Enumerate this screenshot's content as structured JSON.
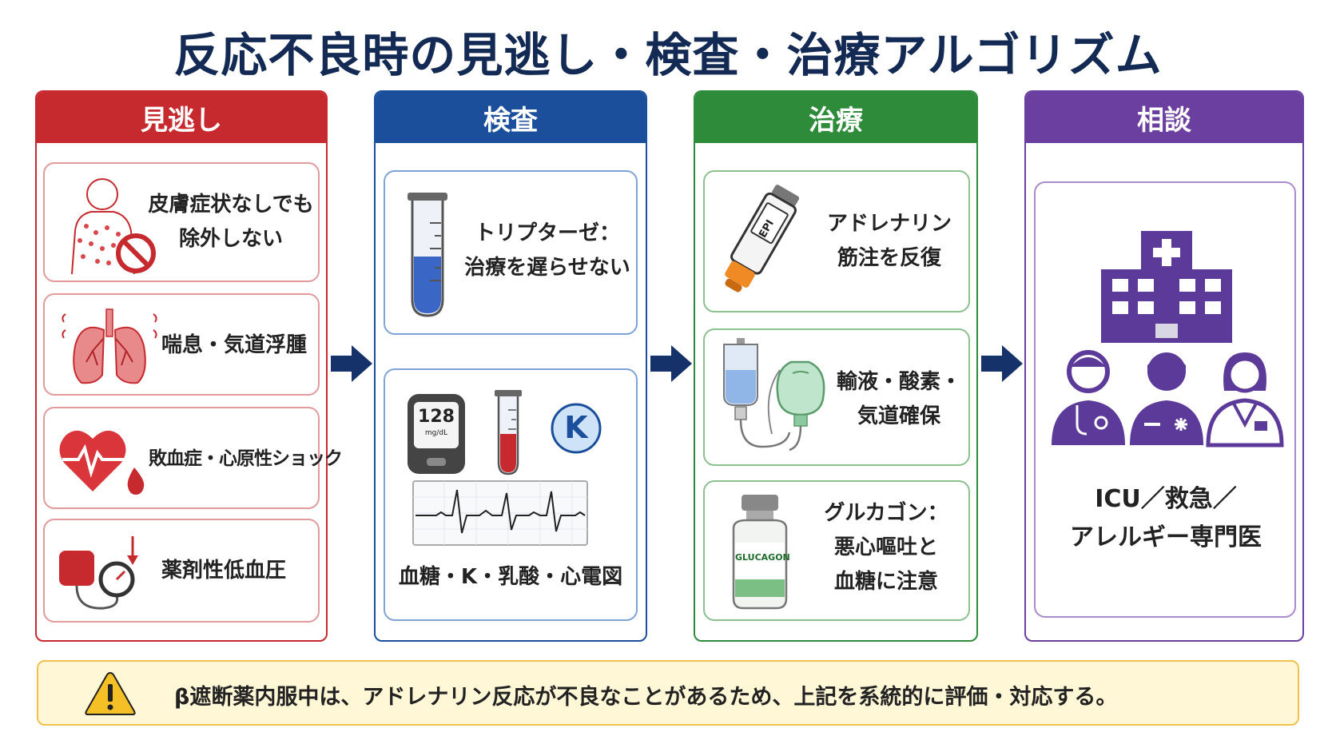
{
  "title": "反応不良時の見逃し・検査・治療アルゴリズム",
  "colors": {
    "red": "#c62a2f",
    "blue": "#1b4f9c",
    "green": "#2e8b3a",
    "purple": "#6b3fa0",
    "navy": "#15326b"
  },
  "columns": {
    "miss": {
      "header": "見逃し",
      "items": [
        {
          "lines": [
            "皮膚症状なしでも",
            "除外しない"
          ],
          "icon": "rash-body-icon"
        },
        {
          "lines": [
            "喘息・気道浮腫"
          ],
          "icon": "lungs-icon"
        },
        {
          "lines": [
            "敗血症・心原性ショック"
          ],
          "icon": "heart-pulse-icon"
        },
        {
          "lines": [
            "薬剤性低血圧"
          ],
          "icon": "blood-pressure-icon"
        }
      ]
    },
    "test": {
      "header": "検査",
      "items": [
        {
          "lines": [
            "トリプターゼ：",
            "治療を遅らせない"
          ],
          "icon": "test-tube-icon"
        },
        {
          "lines": [
            "血糖・K・乳酸・心電図"
          ],
          "glucose_value": "128",
          "glucose_unit": "mg/dL",
          "k_label": "K"
        }
      ]
    },
    "treat": {
      "header": "治療",
      "items": [
        {
          "lines": [
            "アドレナリン",
            "筋注を反復"
          ],
          "icon": "epipen-icon",
          "pen_label": "EPI"
        },
        {
          "lines": [
            "輸液・酸素・",
            "気道確保"
          ],
          "icon": "iv-oxygen-icon"
        },
        {
          "lines": [
            "グルカゴン：",
            "悪心嘔吐と",
            "血糖に注意"
          ],
          "icon": "glucagon-vial-icon",
          "vial_label": "GLUCAGON"
        }
      ]
    },
    "consult": {
      "header": "相談",
      "lines": [
        "ICU／救急／",
        "アレルギー専門医"
      ]
    }
  },
  "note": "β遮断薬内服中は、アドレナリン反応が不良なことがあるため、上記を系統的に評価・対応する。"
}
